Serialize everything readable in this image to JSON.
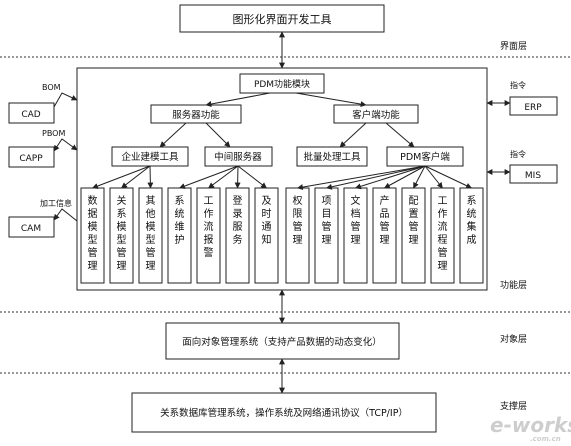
{
  "layers": {
    "interface": "界面层",
    "function": "功能层",
    "object": "对象层",
    "support": "支撑层"
  },
  "top_box": "图形化界面开发工具",
  "pdm_module": "PDM功能模块",
  "server_func": "服务器功能",
  "client_func": "客户端功能",
  "enterprise_tool": "企业建模工具",
  "middle_server": "中间服务器",
  "batch_tool": "批量处理工具",
  "pdm_client": "PDM客户端",
  "modules": [
    "数据模型管理",
    "关系模型管理",
    "其他模型管理",
    "系统维护",
    "工作流报警",
    "登录服务",
    "及时通知",
    "权限管理",
    "项目管理",
    "文档管理",
    "产品管理",
    "配置管理",
    "工作流程管理",
    "系统集成"
  ],
  "left_systems": [
    {
      "name": "CAD",
      "link_label": "BOM"
    },
    {
      "name": "CAPP",
      "link_label": "PBOM"
    },
    {
      "name": "CAM",
      "link_label": "加工信息"
    }
  ],
  "right_systems": [
    {
      "name": "ERP",
      "link_label": "指令"
    },
    {
      "name": "MIS",
      "link_label": "指令"
    }
  ],
  "object_box": "面向对象管理系统（支持产品数据的动态变化）",
  "support_box": "关系数据库管理系统，操作系统及网络通讯协议（TCP/IP）",
  "watermark": {
    "brand_main": "e-works",
    "brand_sub": ".com.cn",
    "color": "#c8c8c8"
  }
}
